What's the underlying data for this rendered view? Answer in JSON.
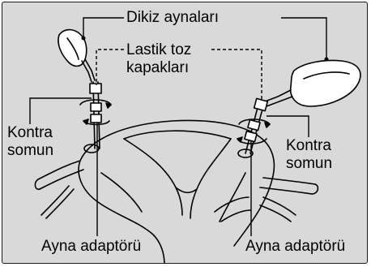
{
  "labels": {
    "mirrors": "Dikiz aynaları",
    "rubber_covers": "Lastik toz\nkapakları",
    "rubber_covers_line1": "Lastik toz",
    "rubber_covers_line2": "kapakları",
    "lock_nut_left_line1": "Kontra",
    "lock_nut_left_line2": "somun",
    "lock_nut_right_line1": "Kontra",
    "lock_nut_right_line2": "somun",
    "adapter_left": "Ayna adaptörü",
    "adapter_right": "Ayna adaptörü"
  },
  "colors": {
    "background": "#d9d9d9",
    "line": "#000000",
    "mirror_fill": "#ffffff"
  }
}
